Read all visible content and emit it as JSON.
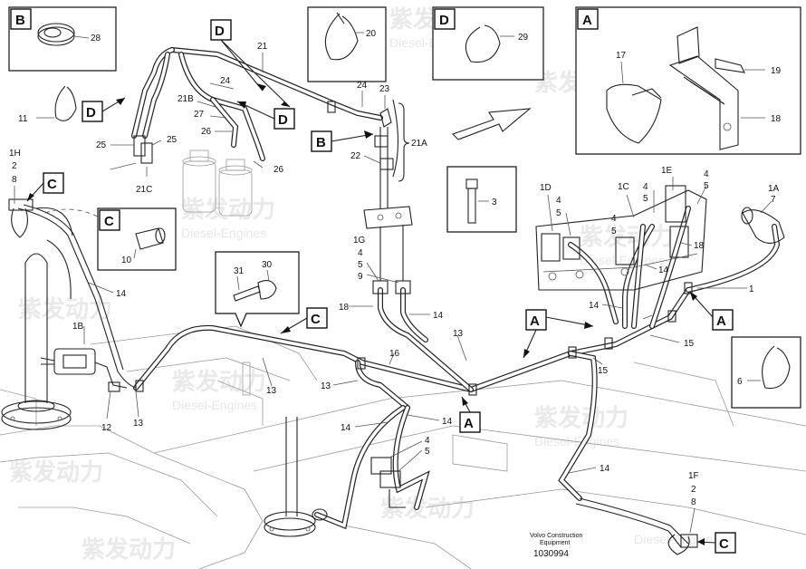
{
  "watermark": {
    "brand": "紫发动力",
    "sub": "Diesel-Engines"
  },
  "footer": {
    "company_line1": "Volvo Construction",
    "company_line2": "Equipment",
    "figure_number": "1030994"
  },
  "insets": {
    "B_top": {
      "letter": "B",
      "part": "28"
    },
    "D_mid": {
      "letter": "D",
      "part": "20"
    },
    "D_right": {
      "letter": "D",
      "part": "29"
    },
    "A_detail": {
      "letter": "A",
      "parts": [
        "17",
        "19",
        "18"
      ]
    },
    "C_left": {
      "letter": "C",
      "part": "10"
    },
    "part3": {
      "part": "3"
    },
    "part31_30": {
      "parts": [
        "31",
        "30"
      ]
    },
    "part6": {
      "part": "6"
    }
  },
  "tags": {
    "D1": "D",
    "D2": "D",
    "D3": "D",
    "B1": "B",
    "C1": "C",
    "C2": "C",
    "C3": "C",
    "A1": "A",
    "A2": "A",
    "A3": "A"
  },
  "labels": {
    "l11": "11",
    "l1H": "1H",
    "l2a": "2",
    "l8a": "8",
    "l21": "21",
    "l24a": "24",
    "l21B": "21B",
    "l27": "27",
    "l26a": "26",
    "l26b": "26",
    "l25a": "25",
    "l25b": "25",
    "l21C": "21C",
    "l24b": "24",
    "l23": "23",
    "l21A": "21A",
    "l22": "22",
    "l1G": "1G",
    "l4a": "4",
    "l5a": "5",
    "l9": "9",
    "l18a": "18",
    "l14a": "14",
    "l1D": "1D",
    "l4b": "4",
    "l5b": "5",
    "l1C": "1C",
    "l4c": "4",
    "l5c": "5",
    "l4d": "4",
    "l5d": "5",
    "l1E": "1E",
    "l4e": "4",
    "l5e": "5",
    "l1A": "1A",
    "l7": "7",
    "l18b": "18",
    "l14b": "14",
    "l14c": "14",
    "l1": "1",
    "l15a": "15",
    "l15b": "15",
    "l14d": "14",
    "l1B": "1B",
    "l12": "12",
    "l13a": "13",
    "l13b": "13",
    "l16": "16",
    "l13c": "13",
    "l13d": "13",
    "l14e": "14",
    "l14f": "14",
    "l4f": "4",
    "l5f": "5",
    "l14g": "14",
    "l1F": "1F",
    "l2b": "2",
    "l8b": "8"
  }
}
